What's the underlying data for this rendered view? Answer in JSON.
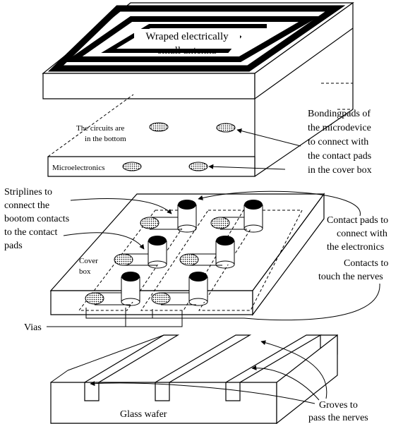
{
  "diagram": {
    "antenna": {
      "label_line1": "Wraped electrically",
      "label_line2": "small antenna"
    },
    "microdevice": {
      "circuits_line1": "The circuits are",
      "circuits_line2": "in the bottom",
      "microelectronics": "Microelectronics",
      "bondingpads_lines": [
        "Bondingpads of",
        "the microdevice",
        "to connect with",
        "the contact pads",
        "in the cover box"
      ]
    },
    "cover_box": {
      "label_line1": "Cover",
      "label_line2": "box",
      "striplines_lines": [
        "Striplines to",
        "connect the",
        "bootom contacts",
        "to the contact",
        "pads"
      ],
      "contact_pads_lines": [
        "Contact pads to",
        "connect with",
        "the electronics"
      ],
      "contacts_nerves_lines": [
        "Contacts to",
        "touch the nerves"
      ],
      "vias": "Vias"
    },
    "glass_wafer": {
      "label": "Glass wafer",
      "groves_line1": "Groves to",
      "groves_line2": "pass  the nerves"
    },
    "colors": {
      "line": "#000000",
      "background": "#ffffff",
      "fill_dark": "#000000"
    }
  }
}
